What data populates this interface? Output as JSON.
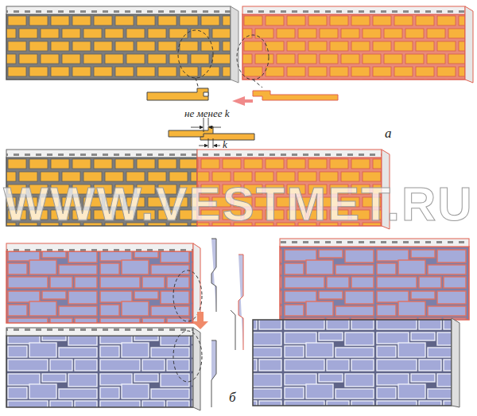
{
  "diagram": {
    "labels": [
      "не менее k",
      "k",
      "а",
      "б",
      "WWW.VESTMET.RU"
    ]
  }
}
